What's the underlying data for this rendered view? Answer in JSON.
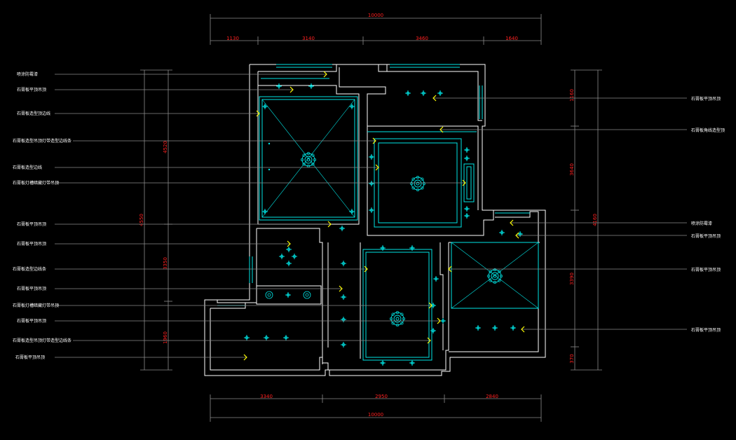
{
  "colors": {
    "background": "#000000",
    "wall": "#ffffff",
    "ceiling": "#00e5e5",
    "dimension_line": "#8c8c8c",
    "dimension_text": "#ff2020",
    "leader_arrow": "#ffff00"
  },
  "dimensions": {
    "top_total": "10000",
    "top_segments": [
      "1130",
      "3140",
      "3460",
      "1640"
    ],
    "bottom_segments": [
      "3340",
      "2950",
      "2840"
    ],
    "bottom_total": "10000",
    "left_outer_total": "4550",
    "left_inner": [
      "4520",
      "3350",
      "1960"
    ],
    "right_outer_total": "4160",
    "right_inner": [
      "1160",
      "3640",
      "3390",
      "370"
    ]
  },
  "left_labels": [
    "喷涂防霉漆",
    "石膏板平顶吊顶",
    "石膏板造型顶边线",
    "石膏板造型吊顶灯带造型边线条",
    "石膏板造型边线",
    "石膏板灯槽暗藏灯带吊顶",
    "石膏板平顶吊顶",
    "石膏板平顶吊顶",
    "石膏板造型边线条",
    "石膏板平顶吊顶",
    "石膏板灯槽暗藏灯带吊顶",
    "石膏板平顶吊顶",
    "石膏板造型吊顶灯带造型边线条",
    "石膏板平顶吊顶"
  ],
  "right_labels": [
    "石膏板平顶吊顶",
    "石膏板角线造型顶",
    "喷涂防霉漆",
    "石膏板平顶吊顶",
    "石膏板平顶吊顶",
    "石膏板平顶吊顶"
  ]
}
